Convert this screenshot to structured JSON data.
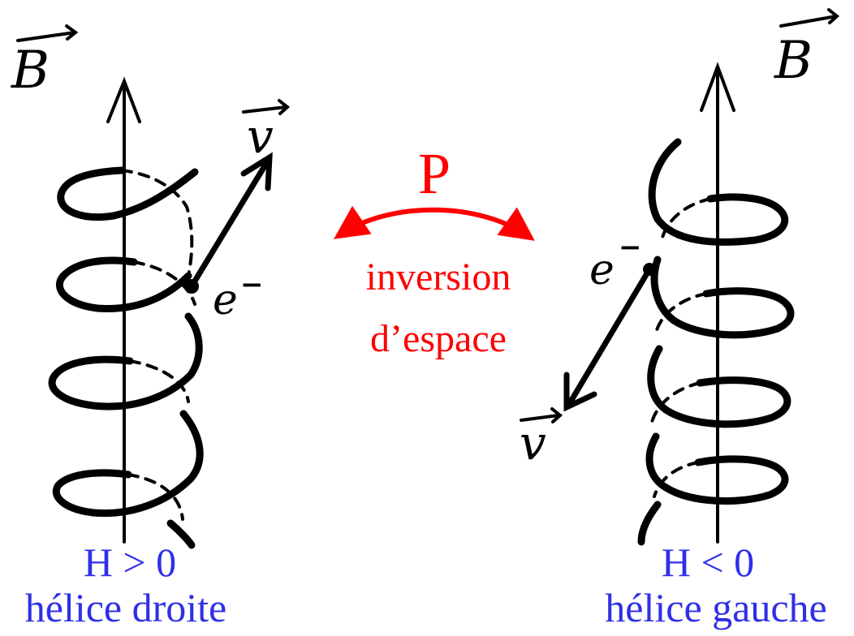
{
  "center": {
    "operator": "P",
    "line1": "inversion",
    "line2": "d’espace"
  },
  "left": {
    "field_label": "B",
    "velocity_label": "v",
    "particle_label": "e",
    "particle_superscript": "−",
    "helicity": "H > 0",
    "helix_type": "hélice droite"
  },
  "right": {
    "field_label": "B",
    "velocity_label": "v",
    "particle_label": "e",
    "particle_superscript": "−",
    "helicity": "H < 0",
    "helix_type": "hélice gauche"
  },
  "colors": {
    "ink": "#000000",
    "accent_red": "#ff0000",
    "label_blue": "#2f2fe8"
  }
}
